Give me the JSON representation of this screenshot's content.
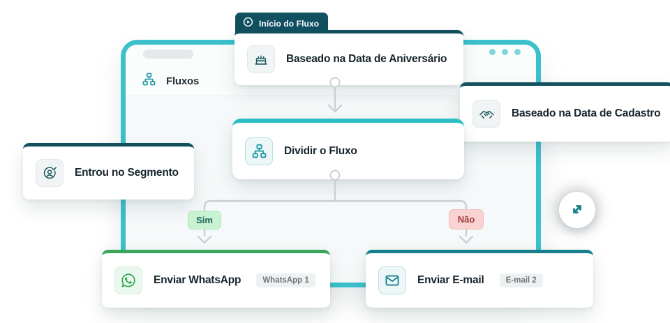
{
  "window": {
    "nav_label": "Fluxos",
    "nav_icon": "flows-icon",
    "dots_count": 3
  },
  "start_tab": {
    "label": "Início do Fluxo",
    "icon": "play-circle-icon"
  },
  "nodes": {
    "birthday": {
      "title": "Baseado na Data de Aniversário",
      "icon": "cake-icon",
      "accent": "#11505e"
    },
    "signup": {
      "title": "Baseado na Data de Cadastro",
      "icon": "handshake-icon",
      "accent": "#11505e"
    },
    "segment": {
      "title": "Entrou no Segmento",
      "icon": "user-check-icon",
      "accent": "#11505e"
    },
    "split": {
      "title": "Dividir o Fluxo",
      "icon": "split-flow-icon",
      "accent": "#2bbfc4"
    },
    "whatsapp": {
      "title": "Enviar WhatsApp",
      "tag": "WhatsApp 1",
      "icon": "whatsapp-icon",
      "accent": "#3aa65a"
    },
    "email": {
      "title": "Enviar E-mail",
      "tag": "E-mail 2",
      "icon": "email-icon",
      "accent": "#18808c"
    }
  },
  "branch": {
    "yes_label": "Sim",
    "no_label": "Não"
  },
  "fab": {
    "icon": "swap-arrows-icon"
  },
  "colors": {
    "frame_teal": "#3cc0ca",
    "dark_teal": "#11505e",
    "bright_teal": "#2bbfc4",
    "medium_teal": "#18808c",
    "whatsapp_green": "#3aa65a",
    "connector_gray": "#c9cfd3",
    "yes_bg": "#c9f2d2",
    "yes_text": "#1b5e57",
    "no_bg": "#fad2d2",
    "no_text": "#a43d3d"
  }
}
